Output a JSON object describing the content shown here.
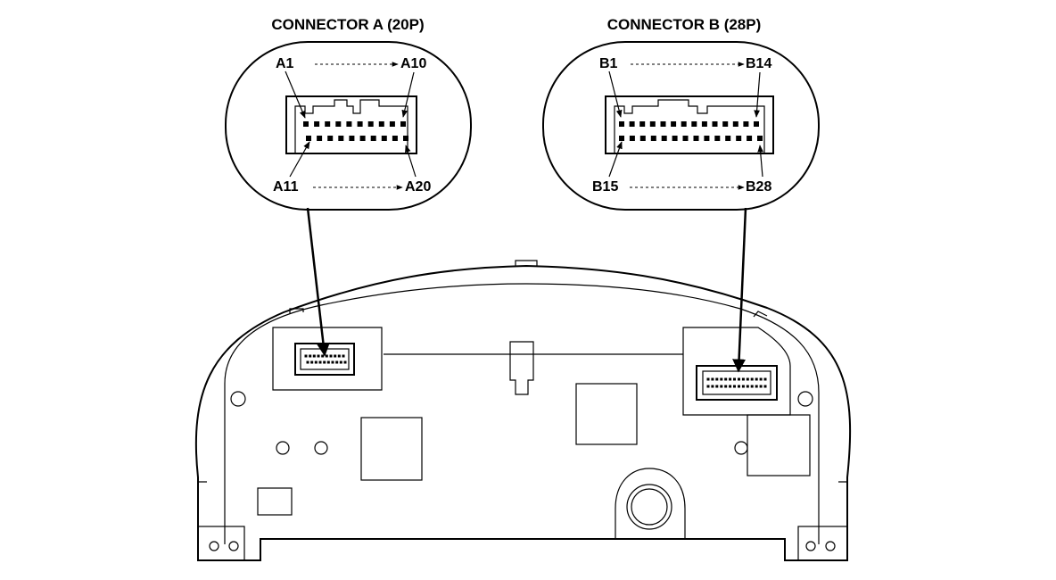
{
  "connector_a": {
    "title": "CONNECTOR A (20P)",
    "pins_per_row": 10,
    "labels": {
      "top_left": "A1",
      "top_right": "A10",
      "bottom_left": "A11",
      "bottom_right": "A20"
    }
  },
  "connector_b": {
    "title": "CONNECTOR B (28P)",
    "pins_per_row": 14,
    "labels": {
      "top_left": "B1",
      "top_right": "B14",
      "bottom_left": "B15",
      "bottom_right": "B28"
    }
  },
  "colors": {
    "ink": "#000000",
    "background": "#ffffff"
  }
}
